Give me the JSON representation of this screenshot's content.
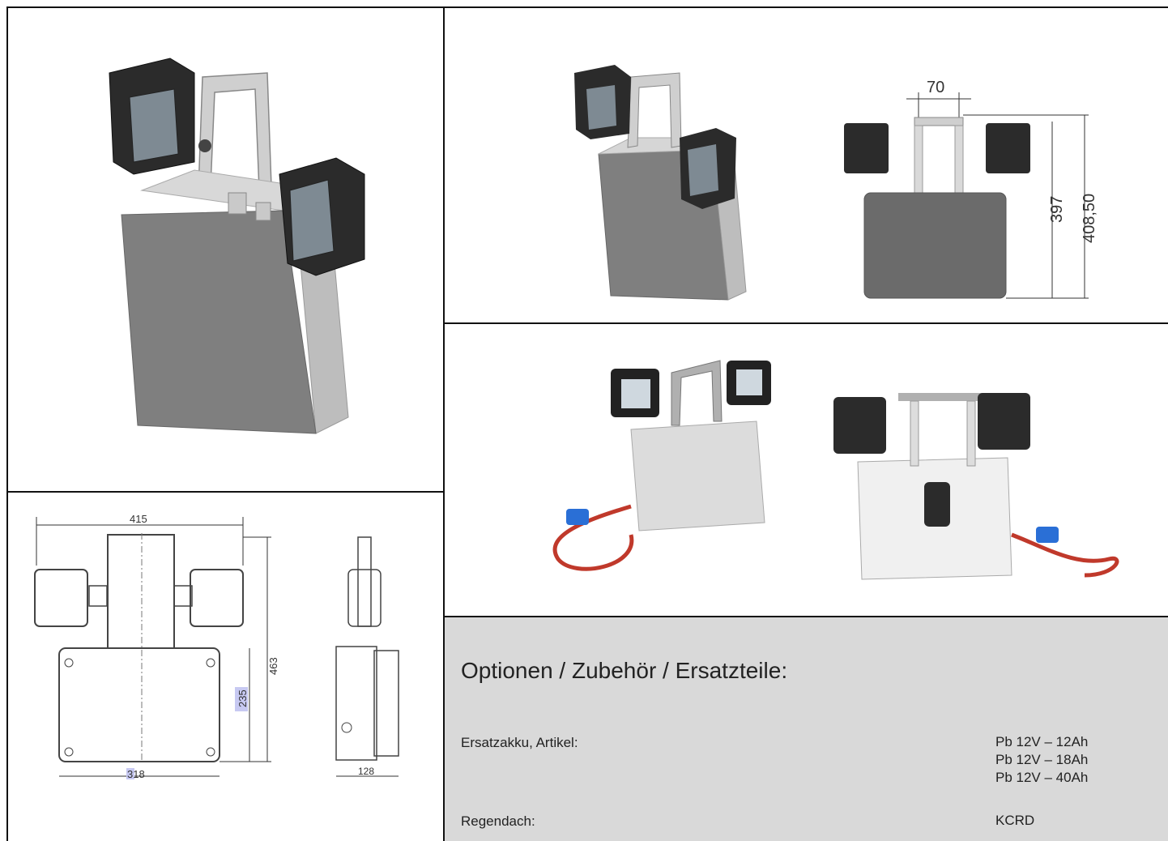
{
  "drawing_front": {
    "dim_width": "415",
    "dim_height_total": "463",
    "dim_height_box": "235",
    "dim_box_width": "318"
  },
  "drawing_side": {
    "dim_depth": "128"
  },
  "drawing_small": {
    "dim_bracket": "70",
    "dim_height_a": "397",
    "dim_height_b": "408,50"
  },
  "options": {
    "title": "Optionen / Zubehör / Ersatzteile:",
    "rows": [
      {
        "label": "Ersatzakku, Artikel:",
        "values": [
          "Pb 12V – 12Ah",
          "Pb 12V – 18Ah",
          "Pb 12V – 40Ah"
        ]
      },
      {
        "label": "Regendach:",
        "values": [
          "KCRD"
        ]
      }
    ]
  },
  "colors": {
    "housing": "#8c8c8c",
    "lamp": "#2b2b2b",
    "background_options": "#d9d9d9",
    "cable": "#c0392b",
    "plug": "#2a6fd6"
  }
}
